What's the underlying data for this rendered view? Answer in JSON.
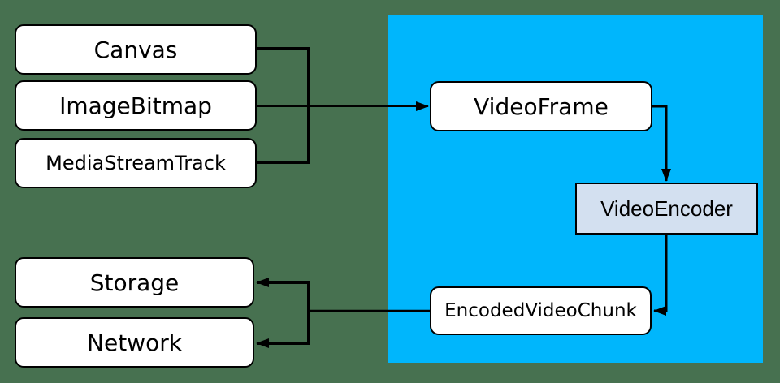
{
  "diagram": {
    "description": "WebCodecs video encode pipeline diagram",
    "colors": {
      "background": "#477150",
      "webcodecs_region": "#00B6FC",
      "node_fill": "#FFFFFF",
      "node_border": "#000000",
      "encoder_fill": "#D3E0F0",
      "connector": "#000000"
    },
    "nodes": {
      "canvas": {
        "label": "Canvas"
      },
      "imagebitmap": {
        "label": "ImageBitmap"
      },
      "mediastreamtrack": {
        "label": "MediaStreamTrack"
      },
      "videoframe": {
        "label": "VideoFrame"
      },
      "videoencoder": {
        "label": "VideoEncoder"
      },
      "encodedvideochunk": {
        "label": "EncodedVideoChunk"
      },
      "storage": {
        "label": "Storage"
      },
      "network": {
        "label": "Network"
      }
    },
    "edges": [
      {
        "from": "canvas",
        "to": "videoframe"
      },
      {
        "from": "imagebitmap",
        "to": "videoframe"
      },
      {
        "from": "mediastreamtrack",
        "to": "videoframe"
      },
      {
        "from": "videoframe",
        "to": "videoencoder"
      },
      {
        "from": "videoencoder",
        "to": "encodedvideochunk"
      },
      {
        "from": "encodedvideochunk",
        "to": "storage"
      },
      {
        "from": "encodedvideochunk",
        "to": "network"
      }
    ]
  }
}
